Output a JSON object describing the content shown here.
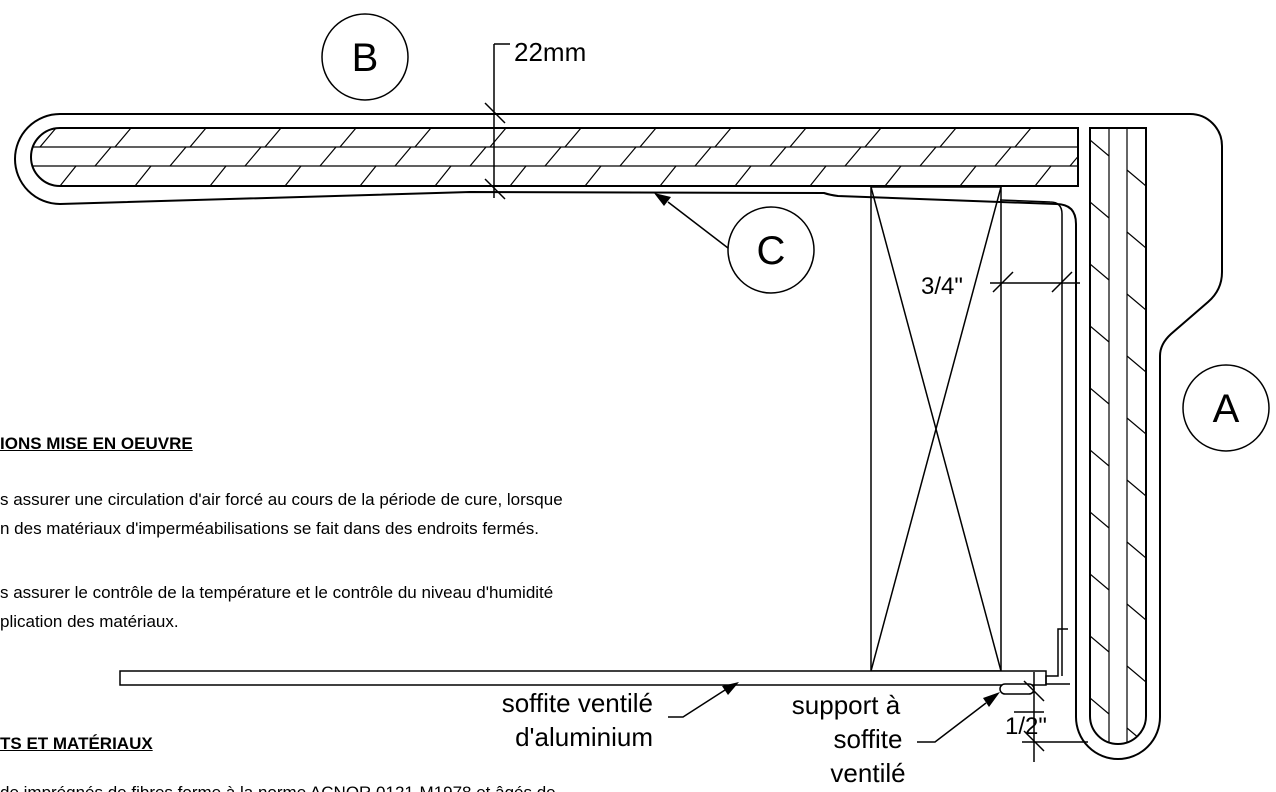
{
  "callouts": {
    "a": "A",
    "b": "B",
    "c": "C"
  },
  "dimensions": {
    "board_thickness": "22mm",
    "air_gap": "3/4\"",
    "support_gap": "1/2\""
  },
  "labels": {
    "soffit_line1": "soffite ventilé",
    "soffit_line2": "d'aluminium",
    "support_line1": "support à",
    "support_line2": "soffite",
    "support_line3": "ventilé"
  },
  "notes": {
    "section1_heading": "IONS MISE EN OEUVRE",
    "section1_p1_l1": "s assurer une circulation d'air forcé au cours de la période de cure, lorsque",
    "section1_p1_l2": "n des matériaux d'imperméabilisations se fait dans des endroits fermés.",
    "section1_p2_l1": "s assurer le contrôle de la température et le contrôle du niveau d'humidité",
    "section1_p2_l2": "plication des matériaux.",
    "section2_heading": "TS ET MATÉRIAUX",
    "section2_partial": "de imprégnés de fibres forme à la norme ACNOR 0121-M1978 et âgés de"
  }
}
